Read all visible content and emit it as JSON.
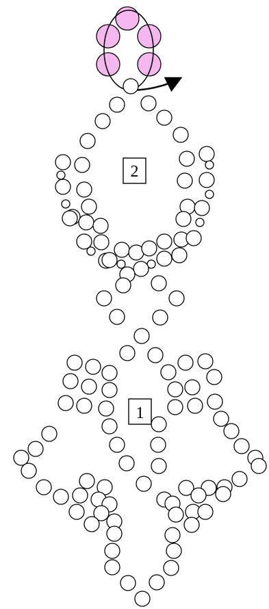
{
  "diagram": {
    "accent_color": "#f4b8ef",
    "bead_color": "#ffffff",
    "line_color": "#000000",
    "labels": [
      {
        "id": "motif-2",
        "text": "2"
      },
      {
        "id": "motif-1",
        "text": "1"
      }
    ],
    "thread_arrow": "curved-arrow-icon"
  }
}
